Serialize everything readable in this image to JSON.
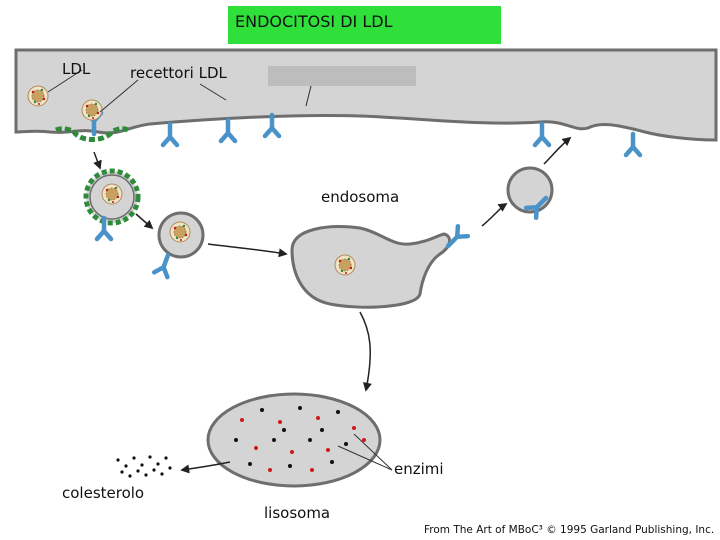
{
  "title": "ENDOCITOSI DI LDL",
  "labels": {
    "ldl": "LDL",
    "receptors": "recettori LDL",
    "endosome": "endosoma",
    "enzymes": "enzimi",
    "cholesterol": "colesterolo",
    "lysosome": "lisosoma"
  },
  "credit": "From The Art of MBoC³ © 1995 Garland Publishing, Inc.",
  "colors": {
    "title_background": "#2fe03a",
    "membrane_fill": "#d4d4d4",
    "membrane_stroke": "#6e6e6e",
    "receptor": "#4a93c9",
    "clathrin_coat": "#2e8b3a",
    "ldl_particle": "#c8a060",
    "enzyme_red": "#d01818",
    "enzyme_black": "#111111"
  }
}
